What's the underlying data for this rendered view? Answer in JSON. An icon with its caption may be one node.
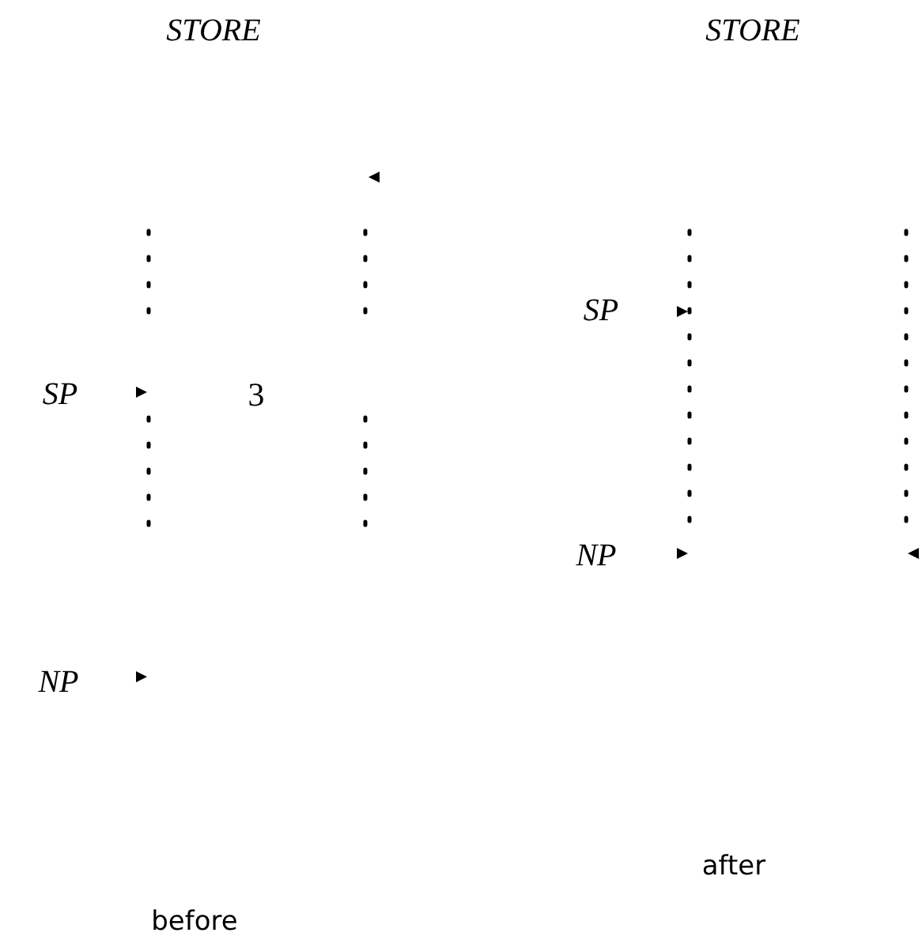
{
  "diagram": {
    "labels": [
      "STORE",
      "STORE",
      "SP",
      "SP",
      "3",
      "NP",
      "NP",
      "after",
      "before"
    ]
  }
}
